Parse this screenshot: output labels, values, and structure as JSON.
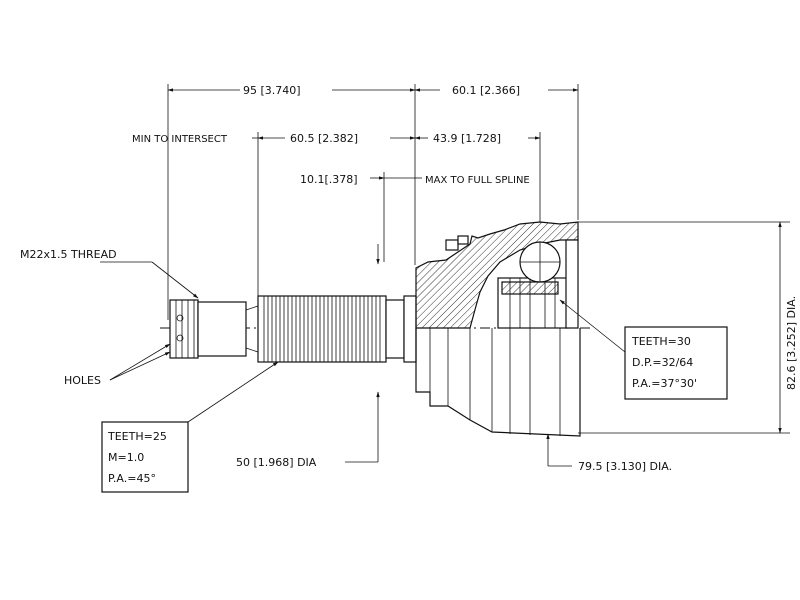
{
  "dimensions": {
    "length_95": "95 [3.740]",
    "length_60_1": "60.1 [2.366]",
    "min_to_intersect": "MIN TO INTERSECT",
    "length_60_5": "60.5 [2.382]",
    "length_43_9": "43.9 [1.728]",
    "length_10_1": "10.1[.378]",
    "max_to_full_spline": "MAX TO FULL SPLINE",
    "dia_82_6": "82.6 [3.252] DIA.",
    "dia_50": "50 [1.968] DIA",
    "dia_79_5": "79.5 [3.130] DIA."
  },
  "callouts": {
    "thread": "M22x1.5 THREAD",
    "holes": "HOLES"
  },
  "spec_left": {
    "teeth": "TEETH=25",
    "module": "M=1.0",
    "pressure_angle": "P.A.=45°"
  },
  "spec_right": {
    "teeth": "TEETH=30",
    "diametral_pitch": "D.P.=32/64",
    "pressure_angle": "P.A.=37°30'"
  }
}
